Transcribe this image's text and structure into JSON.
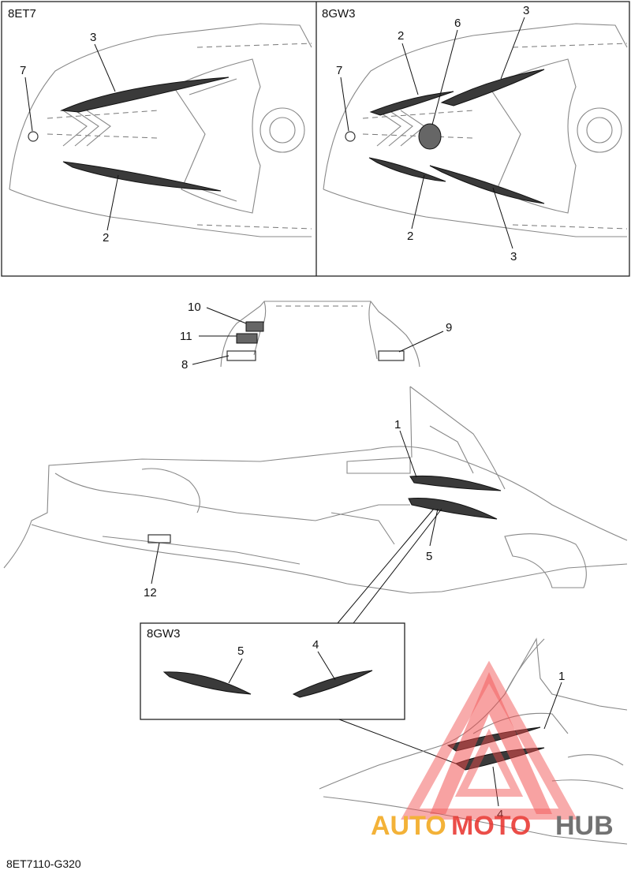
{
  "panels": {
    "left_code": "8ET7",
    "right_code": "8GW3",
    "inset_code": "8GW3"
  },
  "callouts": {
    "l3": "3",
    "l7": "7",
    "l2": "2",
    "r2a": "2",
    "r6": "6",
    "r3a": "3",
    "r7": "7",
    "r2b": "2",
    "r3b": "3",
    "c10": "10",
    "c11": "11",
    "c8": "8",
    "c9": "9",
    "s1": "1",
    "s5": "5",
    "s12": "12",
    "i5": "5",
    "i4": "4",
    "b1": "1",
    "b4": "4"
  },
  "diagram_code": "8ET7110-G320",
  "watermark": {
    "text_a": "AUTO",
    "text_b": "MOTO",
    "text_c": "HUB",
    "colors": {
      "orange": "#f2a516",
      "red": "#e8302a",
      "gray": "#5a5a5a",
      "triangle": "#f04a4a"
    }
  }
}
